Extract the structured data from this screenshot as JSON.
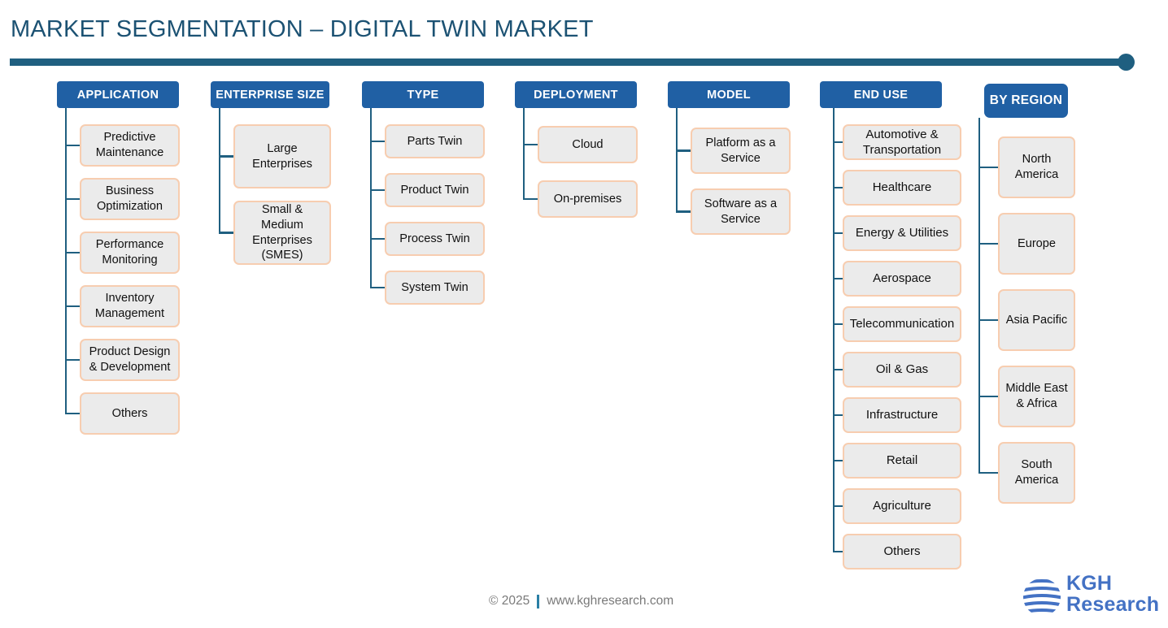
{
  "page": {
    "title": "MARKET SEGMENTATION – DIGITAL TWIN MARKET",
    "accent_color": "#1f5f80",
    "header_color": "#2060a4",
    "node_fill": "#ebebeb",
    "node_border": "#f7cdb0"
  },
  "columns": [
    {
      "id": "application",
      "header": "APPLICATION",
      "items": [
        "Predictive Maintenance",
        "Business Optimization",
        "Performance Monitoring",
        "Inventory Management",
        "Product Design & Development",
        "Others"
      ]
    },
    {
      "id": "enterprise-size",
      "header": "ENTERPRISE SIZE",
      "items": [
        "Large Enterprises",
        "Small & Medium Enterprises (SMES)"
      ]
    },
    {
      "id": "type",
      "header": "TYPE",
      "items": [
        "Parts Twin",
        "Product Twin",
        "Process Twin",
        "System Twin"
      ]
    },
    {
      "id": "deployment",
      "header": "DEPLOYMENT",
      "items": [
        "Cloud",
        "On-premises"
      ]
    },
    {
      "id": "model",
      "header": "MODEL",
      "items": [
        "Platform  as a Service",
        "Software as a Service"
      ]
    },
    {
      "id": "end-use",
      "header": "END USE",
      "items": [
        "Automotive & Transportation",
        "Healthcare",
        "Energy & Utilities",
        "Aerospace",
        "Telecommunication",
        "Oil & Gas",
        "Infrastructure",
        "Retail",
        "Agriculture",
        "Others"
      ]
    },
    {
      "id": "by-region",
      "header": "BY  REGION",
      "items": [
        "North America",
        "Europe",
        "Asia Pacific",
        "Middle East & Africa",
        "South America"
      ]
    }
  ],
  "footer": {
    "copyright": "© 2025",
    "website": "www.kghresearch.com"
  },
  "logo": {
    "line1": "KGH",
    "line2": "Research",
    "color": "#4472c4"
  }
}
